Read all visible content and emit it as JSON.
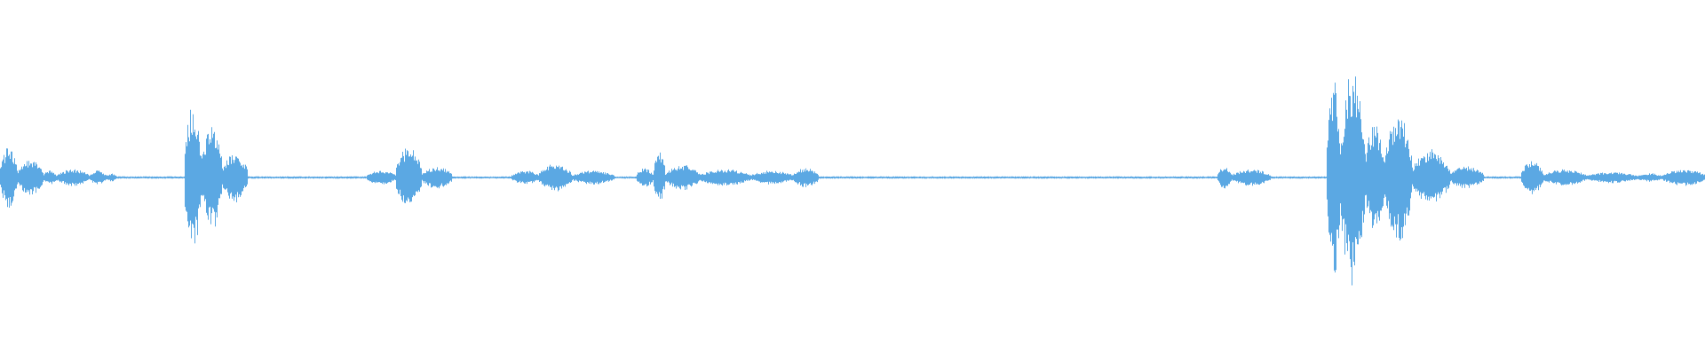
{
  "waveform": {
    "color": "#5BA8E3",
    "background": "#ffffff",
    "baseline_amplitude": 0.008,
    "segments": [
      {
        "start": 0.0,
        "end": 0.01,
        "peak": 0.22
      },
      {
        "start": 0.01,
        "end": 0.025,
        "peak": 0.13
      },
      {
        "start": 0.025,
        "end": 0.033,
        "peak": 0.05
      },
      {
        "start": 0.033,
        "end": 0.052,
        "peak": 0.06
      },
      {
        "start": 0.052,
        "end": 0.062,
        "peak": 0.05
      },
      {
        "start": 0.062,
        "end": 0.068,
        "peak": 0.03
      },
      {
        "start": 0.108,
        "end": 0.118,
        "peak": 0.52
      },
      {
        "start": 0.118,
        "end": 0.13,
        "peak": 0.38
      },
      {
        "start": 0.13,
        "end": 0.145,
        "peak": 0.18
      },
      {
        "start": 0.215,
        "end": 0.232,
        "peak": 0.05
      },
      {
        "start": 0.232,
        "end": 0.247,
        "peak": 0.22
      },
      {
        "start": 0.247,
        "end": 0.265,
        "peak": 0.08
      },
      {
        "start": 0.3,
        "end": 0.316,
        "peak": 0.05
      },
      {
        "start": 0.316,
        "end": 0.335,
        "peak": 0.1
      },
      {
        "start": 0.335,
        "end": 0.36,
        "peak": 0.05
      },
      {
        "start": 0.373,
        "end": 0.383,
        "peak": 0.07
      },
      {
        "start": 0.383,
        "end": 0.39,
        "peak": 0.18
      },
      {
        "start": 0.39,
        "end": 0.41,
        "peak": 0.09
      },
      {
        "start": 0.41,
        "end": 0.44,
        "peak": 0.06
      },
      {
        "start": 0.44,
        "end": 0.465,
        "peak": 0.05
      },
      {
        "start": 0.465,
        "end": 0.48,
        "peak": 0.07
      },
      {
        "start": 0.714,
        "end": 0.722,
        "peak": 0.08
      },
      {
        "start": 0.722,
        "end": 0.745,
        "peak": 0.06
      },
      {
        "start": 0.778,
        "end": 0.786,
        "peak": 0.72
      },
      {
        "start": 0.786,
        "end": 0.8,
        "peak": 0.78
      },
      {
        "start": 0.8,
        "end": 0.812,
        "peak": 0.38
      },
      {
        "start": 0.812,
        "end": 0.828,
        "peak": 0.46
      },
      {
        "start": 0.828,
        "end": 0.85,
        "peak": 0.2
      },
      {
        "start": 0.85,
        "end": 0.87,
        "peak": 0.08
      },
      {
        "start": 0.892,
        "end": 0.905,
        "peak": 0.12
      },
      {
        "start": 0.905,
        "end": 0.93,
        "peak": 0.06
      },
      {
        "start": 0.93,
        "end": 0.96,
        "peak": 0.04
      },
      {
        "start": 0.96,
        "end": 0.975,
        "peak": 0.03
      },
      {
        "start": 0.975,
        "end": 1.0,
        "peak": 0.06
      }
    ]
  }
}
